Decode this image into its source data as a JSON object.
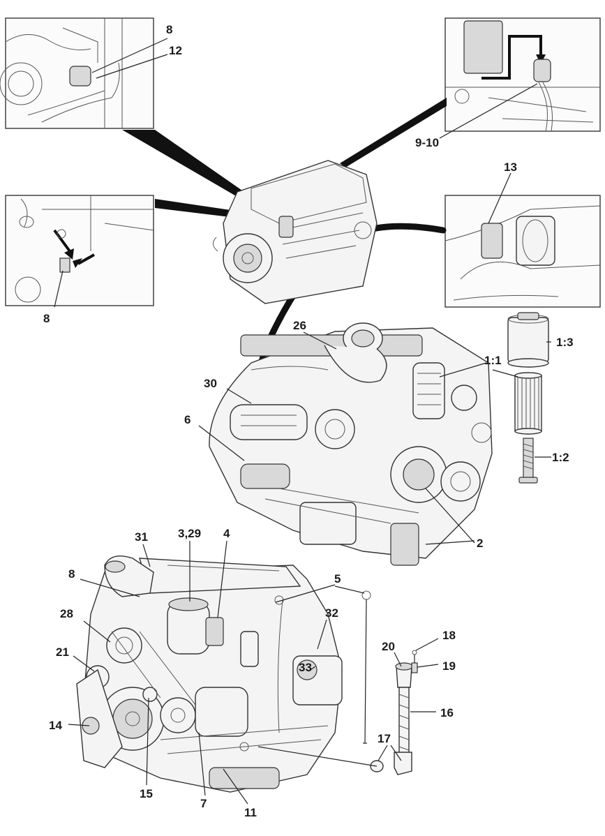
{
  "diagram": {
    "callouts": {
      "c8a": "8",
      "c12": "12",
      "c9_10": "9-10",
      "c13": "13",
      "c8b": "8",
      "c26": "26",
      "c30": "30",
      "c6": "6",
      "c1_3": "1:3",
      "c1_1": "1:1",
      "c1_2": "1:2",
      "c2": "2",
      "c31": "31",
      "c3_29": "3,29",
      "c4": "4",
      "c8c": "8",
      "c5": "5",
      "c32": "32",
      "c28": "28",
      "c21": "21",
      "c33": "33",
      "c20": "20",
      "c18": "18",
      "c19": "19",
      "c16": "16",
      "c14": "14",
      "c17": "17",
      "c15": "15",
      "c7": "7",
      "c11": "11"
    }
  }
}
